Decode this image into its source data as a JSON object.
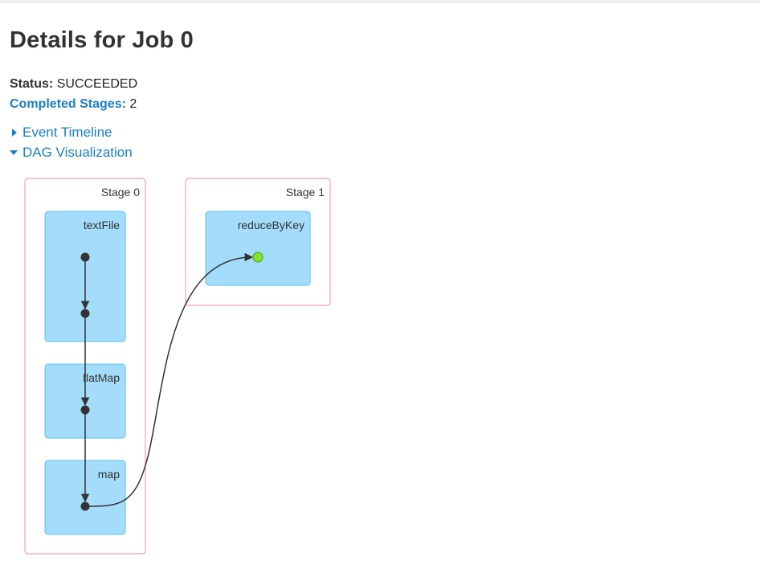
{
  "header": {
    "title": "Details for Job 0"
  },
  "summary": {
    "status_label": "Status:",
    "status_value": "SUCCEEDED",
    "completed_label": "Completed Stages:",
    "completed_value": "2"
  },
  "toggles": {
    "event_timeline": "Event Timeline",
    "dag_visualization": "DAG Visualization"
  },
  "dag": {
    "stages": [
      {
        "label": "Stage 0",
        "operations": [
          "textFile",
          "flatMap",
          "map"
        ]
      },
      {
        "label": "Stage 1",
        "operations": [
          "reduceByKey"
        ]
      }
    ],
    "colors": {
      "stage_border": "#f2a0ab",
      "operation_fill": "#a4dcfb",
      "operation_border": "#5ac0ec",
      "node": "#333333",
      "active_node": "#80e42b",
      "edge": "#333333"
    }
  }
}
